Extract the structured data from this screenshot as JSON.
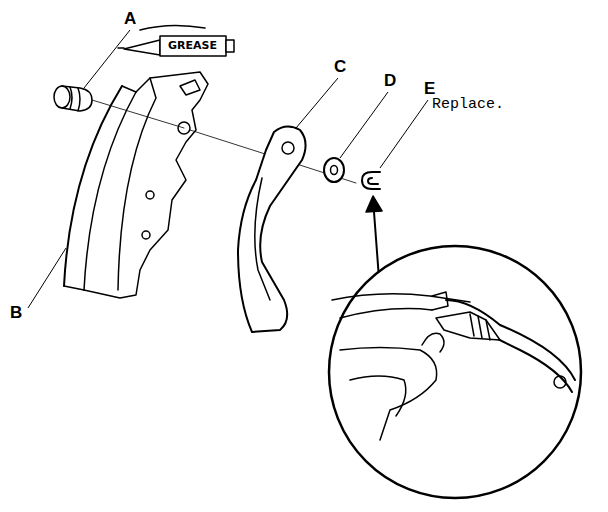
{
  "diagram": {
    "labels": [
      "A",
      "GREASE",
      "B",
      "C",
      "D",
      "E",
      "Replace."
    ]
  }
}
